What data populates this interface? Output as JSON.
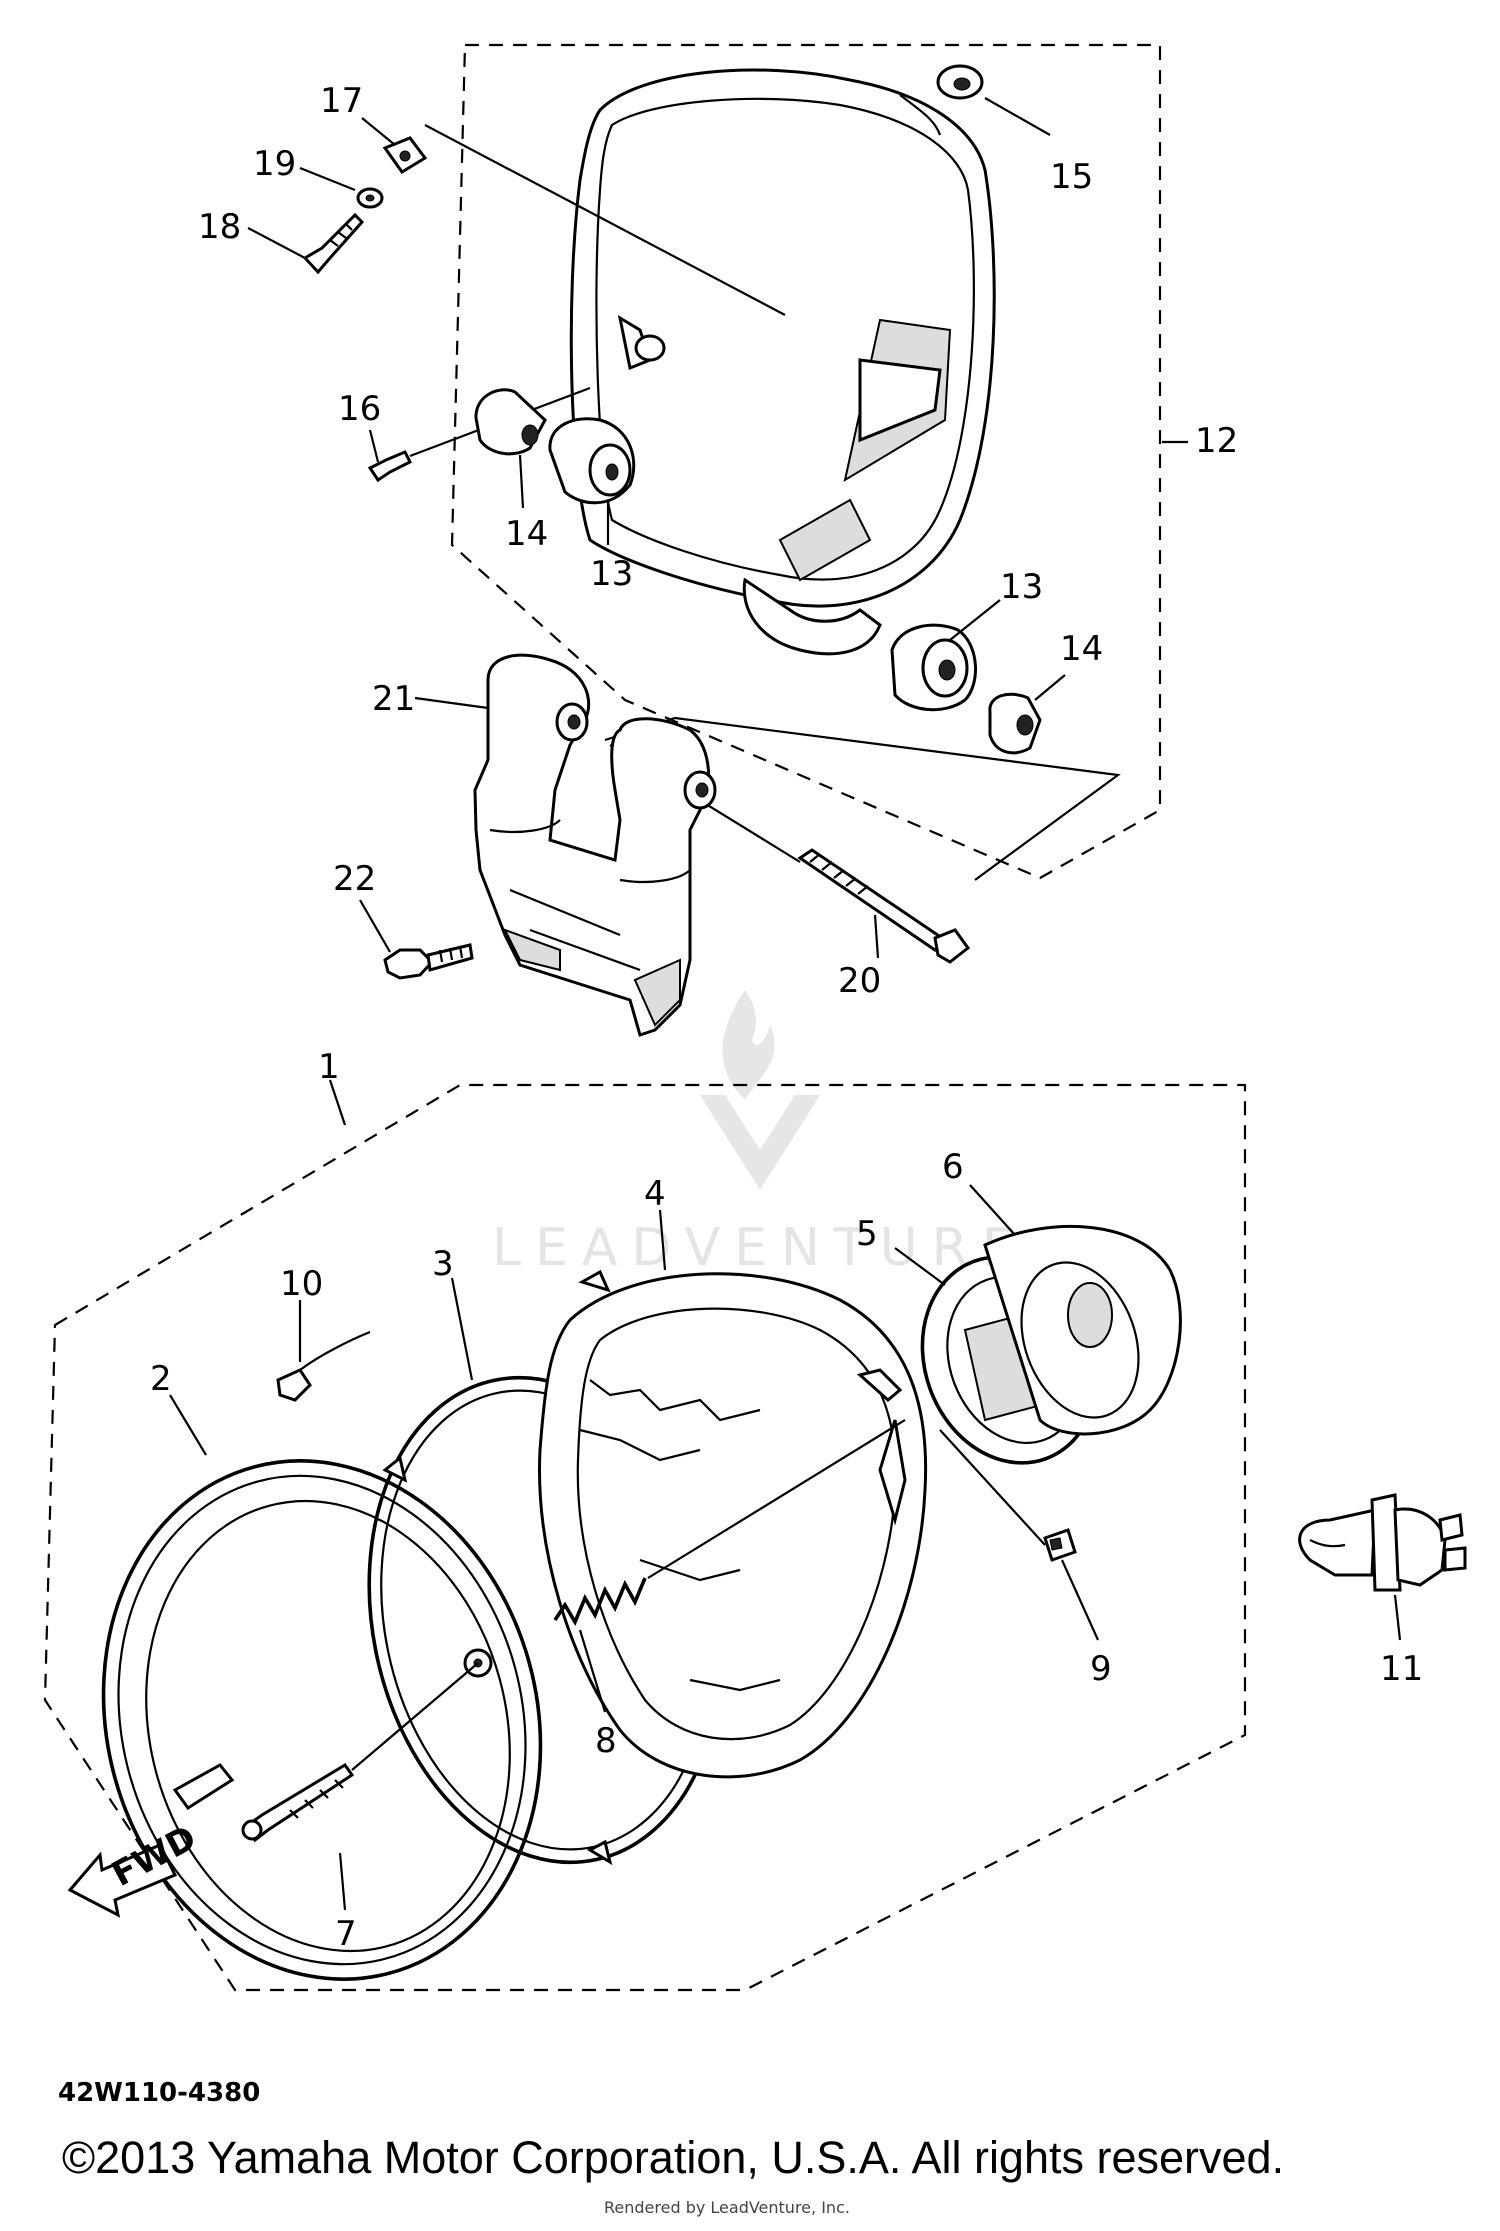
{
  "diagram": {
    "callouts": [
      {
        "id": "1",
        "text": "1"
      },
      {
        "id": "2",
        "text": "2"
      },
      {
        "id": "3",
        "text": "3"
      },
      {
        "id": "4",
        "text": "4"
      },
      {
        "id": "5",
        "text": "5"
      },
      {
        "id": "6",
        "text": "6"
      },
      {
        "id": "7",
        "text": "7"
      },
      {
        "id": "8",
        "text": "8"
      },
      {
        "id": "9",
        "text": "9"
      },
      {
        "id": "10",
        "text": "10"
      },
      {
        "id": "11",
        "text": "11"
      },
      {
        "id": "12",
        "text": "12"
      },
      {
        "id": "13a",
        "text": "13"
      },
      {
        "id": "13b",
        "text": "13"
      },
      {
        "id": "14a",
        "text": "14"
      },
      {
        "id": "14b",
        "text": "14"
      },
      {
        "id": "15",
        "text": "15"
      },
      {
        "id": "16",
        "text": "16"
      },
      {
        "id": "17",
        "text": "17"
      },
      {
        "id": "18",
        "text": "18"
      },
      {
        "id": "19",
        "text": "19"
      },
      {
        "id": "20",
        "text": "20"
      },
      {
        "id": "21",
        "text": "21"
      },
      {
        "id": "22",
        "text": "22"
      }
    ],
    "fwd_label": "FWD",
    "diagram_code": "42W110-4380",
    "watermark_text": "LEADVENTURE",
    "copyright": "©2013 Yamaha Motor Corporation, U.S.A. All rights reserved.",
    "rendered_by": "Rendered by LeadVenture, Inc."
  }
}
